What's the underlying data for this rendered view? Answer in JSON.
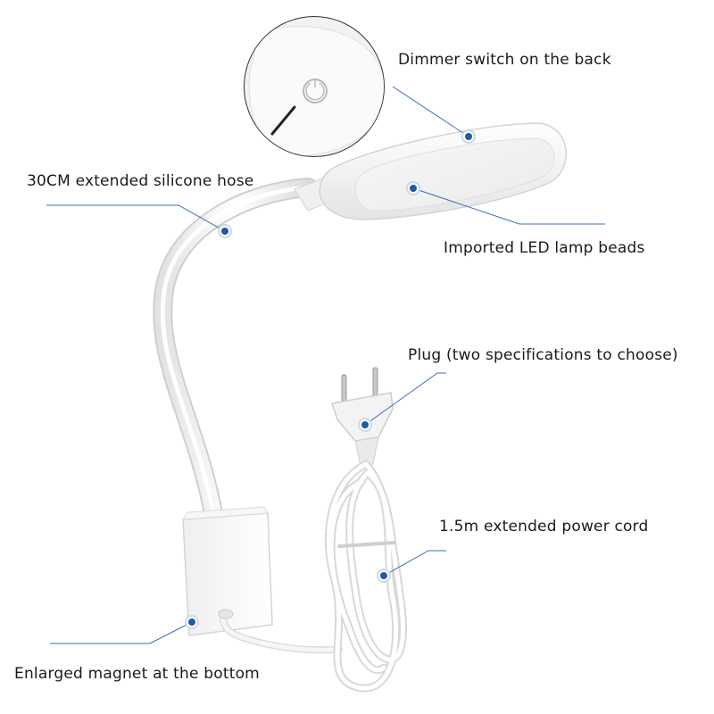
{
  "callouts": {
    "dimmer_switch": "Dimmer switch on the back",
    "silicone_hose": "30CM extended silicone hose",
    "led_beads": "Imported LED lamp beads",
    "plug": "Plug (two specifications to choose)",
    "power_cord": "1.5m extended power cord",
    "magnet": "Enlarged magnet at the bottom"
  },
  "colors": {
    "callout_line": "#3a6fb0",
    "callout_dot": "#1f5aa8",
    "lamp_white": "#f4f4f4",
    "lamp_shadow": "#d6d6d6"
  }
}
